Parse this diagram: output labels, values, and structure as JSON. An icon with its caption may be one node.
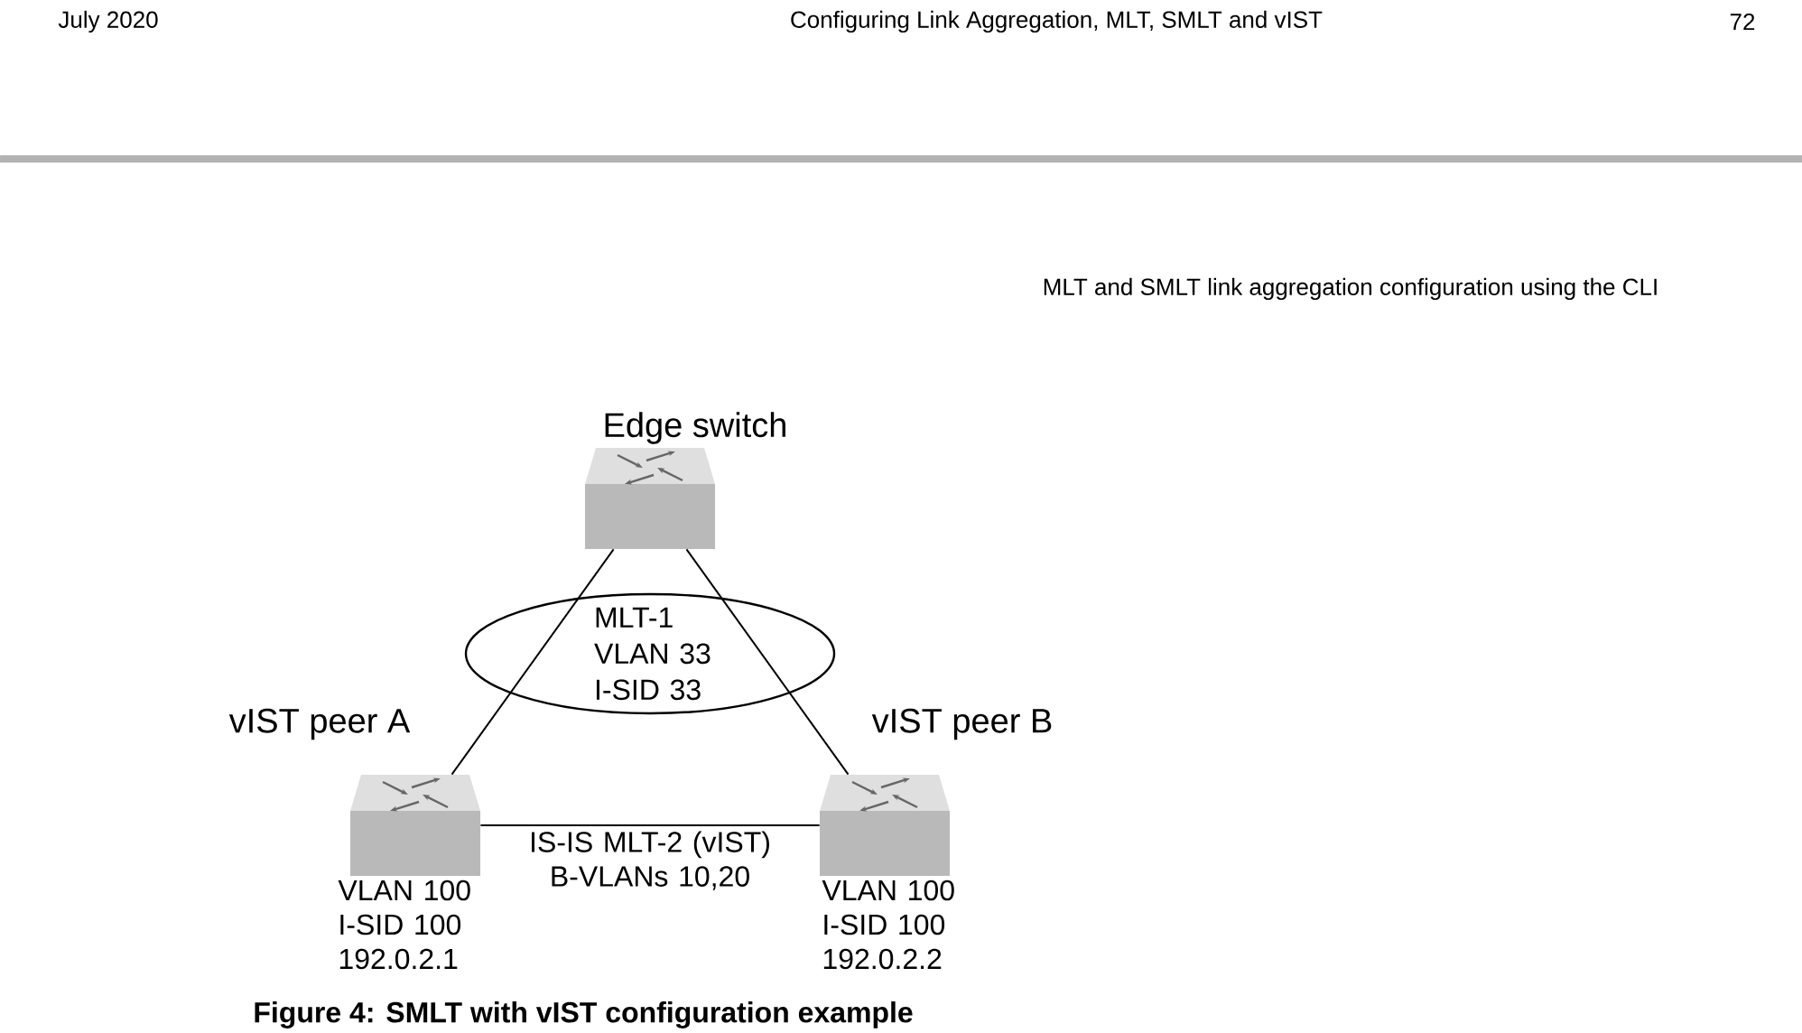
{
  "diagram": {
    "caption": "Figure 4: SMLT with vIST configuration example",
    "nodes": [
      {
        "text": [
          "Edge switch"
        ]
      },
      {
        "text": [
          "vIST peer A"
        ],
        "beside": [
          "VLAN 100 I-SID 100 192.0.2.1"
        ]
      },
      {
        "text": [
          "vIST peer B"
        ],
        "beside": [
          "VLAN 100 I-SID 100 192.0.2.2"
        ]
      }
    ],
    "edges": [
      {
        "from": 0,
        "to": 1,
        "arrow": "none"
      },
      {
        "from": 0,
        "to": 2,
        "arrow": "none"
      },
      {
        "from": 1,
        "to": 2,
        "arrow": "none",
        "label": "IS-IS MLT-2 (vIST) B-VLANs 10,20"
      }
    ],
    "labels": [
      "July 2020",
      "Configuring Link Aggregation, MLT, SMLT and vIST",
      "72",
      "MLT and SMLT link aggregation configuration using the CLI",
      "MLT-1 VLAN 33 I-SID 33"
    ]
  }
}
